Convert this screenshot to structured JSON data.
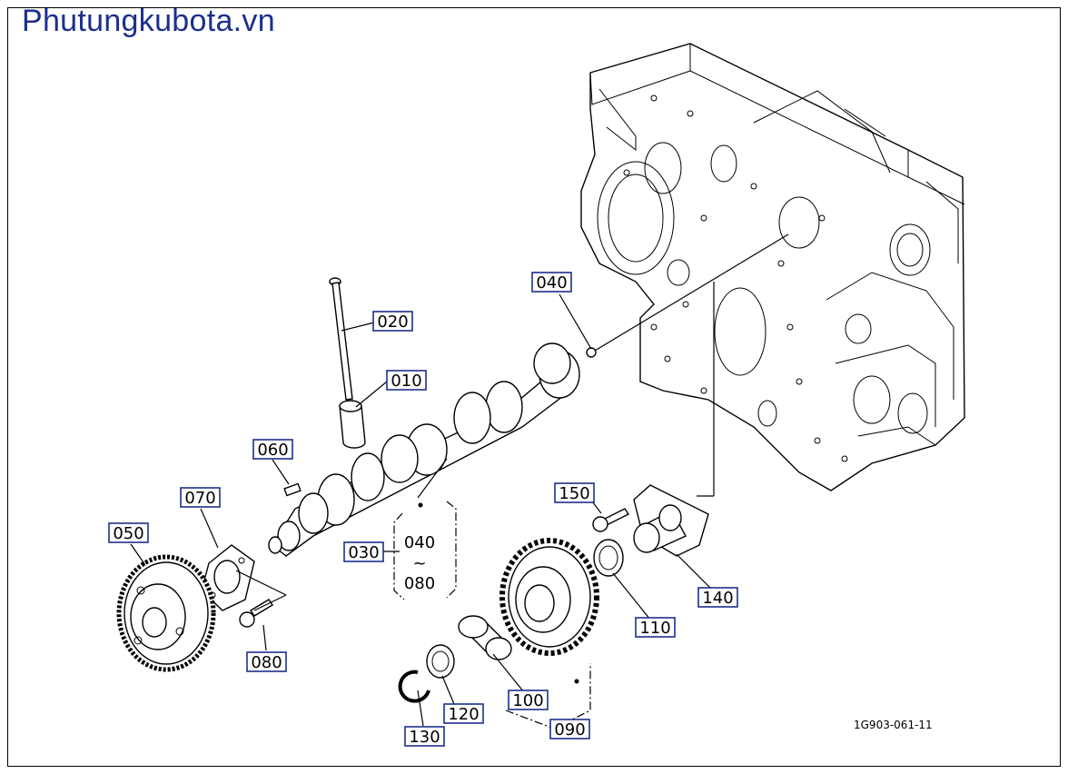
{
  "brand": {
    "name": "Phutungkubota.vn"
  },
  "drawing_code": "1G903-061-11",
  "callouts": {
    "c010": "010",
    "c020": "020",
    "c030": "030",
    "c040": "040",
    "c050": "050",
    "c060": "060",
    "c070": "070",
    "c080": "080",
    "c090": "090",
    "c100": "100",
    "c110": "110",
    "c120": "120",
    "c130": "130",
    "c140": "140",
    "c150": "150"
  },
  "range_note": {
    "from": "040",
    "sep": "~",
    "to": "080"
  },
  "colors": {
    "label_box": "#1d2f8c",
    "brand": "#1d2f8c",
    "line": "#000000"
  }
}
